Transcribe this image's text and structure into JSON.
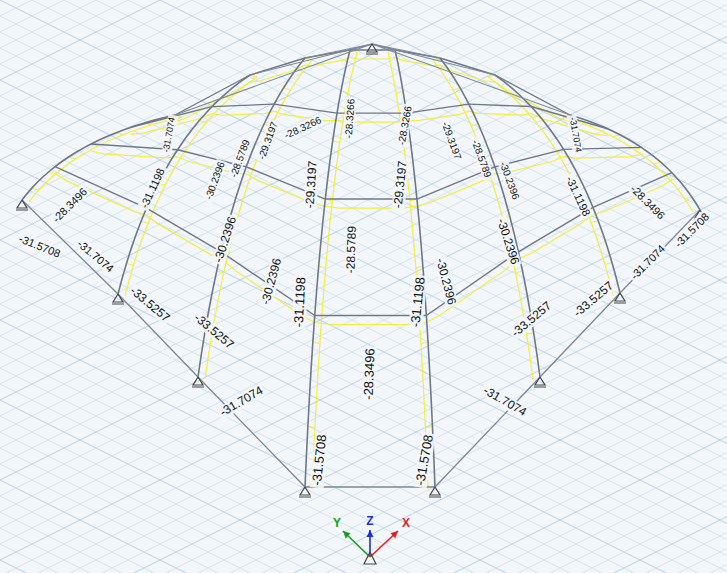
{
  "diagram": {
    "labels": [
      "-28.3266",
      "-28.3266",
      "-28.3266",
      "-29.3197",
      "-29.3197",
      "-28.5789",
      "-31.1198",
      "-31.1198",
      "-28.3496",
      "-31.5708",
      "-31.5708",
      "-31.7074",
      "-29.3197",
      "-28.5789",
      "-30.2396",
      "-31.1198",
      "-28.3496",
      "-31.5708",
      "-31.7074",
      "-30.2396",
      "-30.2396",
      "-33.5257",
      "-33.5257",
      "-31.7074",
      "-31.7074",
      "-29.3197",
      "-28.5789",
      "-30.2396",
      "-31.1198",
      "-28.3496",
      "-31.5708",
      "-31.7074",
      "-30.2396",
      "-30.2396",
      "-33.5257",
      "-33.5257",
      "-31.7074",
      "Z",
      "X",
      "Y"
    ]
  }
}
